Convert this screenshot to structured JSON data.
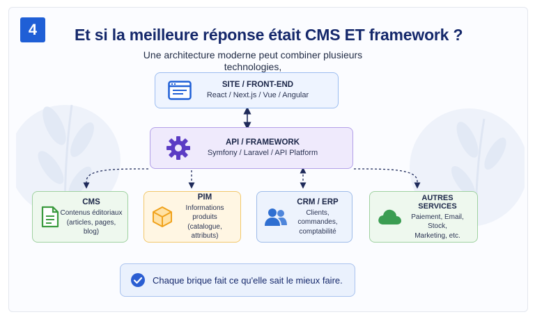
{
  "badge": "4",
  "title": "Et si la meilleure réponse était CMS ET framework ?",
  "subtitle_line1": "Une architecture moderne peut combiner plusieurs technologies,",
  "subtitle_line2": "chacune à sa place.",
  "site": {
    "title": "SITE / FRONT-END",
    "subtitle": "React / Next.js / Vue / Angular",
    "icon": "browser-window-icon"
  },
  "api": {
    "title": "API / FRAMEWORK",
    "subtitle": "Symfony / Laravel / API Platform",
    "icon": "gear-icon"
  },
  "services": [
    {
      "title": "CMS",
      "line1": "Contenus éditoriaux",
      "line2": "(articles, pages, blog)",
      "icon": "document-icon"
    },
    {
      "title": "PIM",
      "line1": "Informations produits",
      "line2": "(catalogue, attributs)",
      "icon": "box-icon"
    },
    {
      "title": "CRM / ERP",
      "line1": "Clients, commandes,",
      "line2": "comptabilité",
      "icon": "users-icon"
    },
    {
      "title": "AUTRES SERVICES",
      "line1": "Paiement, Email, Stock,",
      "line2": "Marketing, etc.",
      "icon": "cloud-icon"
    }
  ],
  "callout": "Chaque brique fait ce qu'elle sait le mieux faire.",
  "colors": {
    "badge": "#1f5fd6",
    "title": "#15286b",
    "gear": "#5b3cc4",
    "doc": "#3a9a3e",
    "box": "#f0a21c",
    "users": "#2f6fd1",
    "cloud": "#3b9d52",
    "check": "#2b5ed2"
  }
}
